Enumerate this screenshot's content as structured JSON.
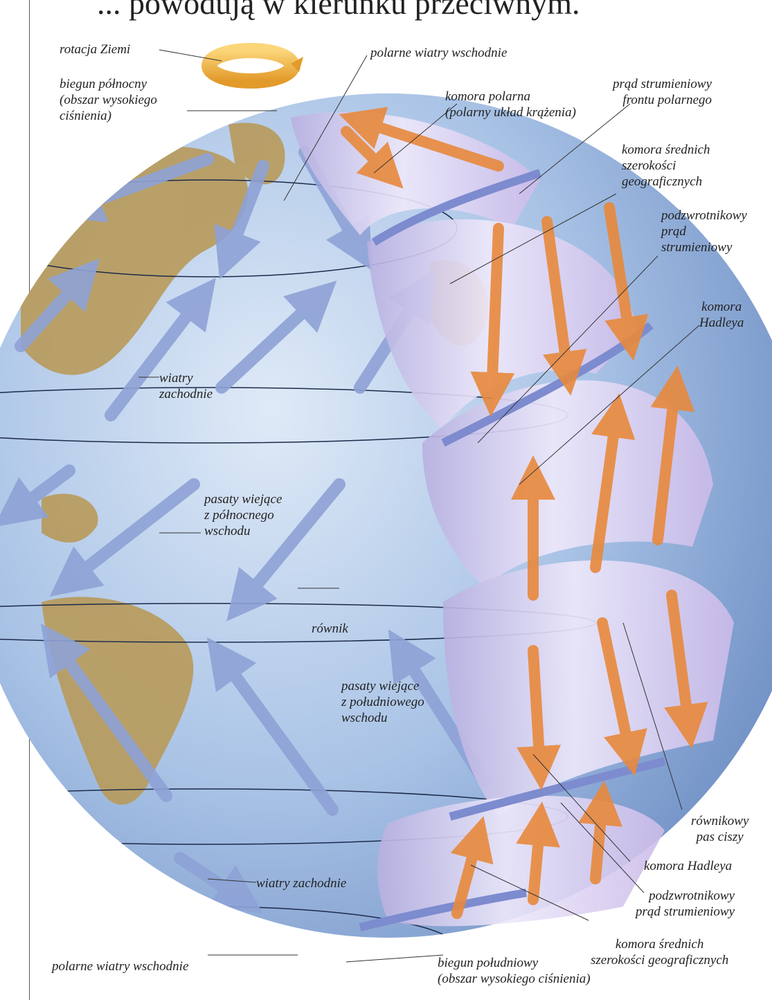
{
  "heading": "... powodują w kierunku przeciwnym.",
  "labels": {
    "earth_rotation": "rotacja Ziemi",
    "north_pole_1": "biegun północny",
    "north_pole_2": "(obszar wysokiego",
    "north_pole_3": "ciśnienia)",
    "polar_easterlies_top": "polarne wiatry wschodnie",
    "polar_cell_1": "komora polarna",
    "polar_cell_2": "(polarny układ krążenia)",
    "polar_jet_1": "prąd strumieniowy",
    "polar_jet_2": "frontu polarnego",
    "ferrel_cell_1": "komora średnich",
    "ferrel_cell_2": "szerokości",
    "ferrel_cell_3": "geograficznych",
    "subtropical_jet_1": "podzwrotnikowy",
    "subtropical_jet_2": "prąd",
    "subtropical_jet_3": "strumieniowy",
    "hadley_cell_1": "komora",
    "hadley_cell_2": "Hadleya",
    "westerlies_north_1": "wiatry",
    "westerlies_north_2": "zachodnie",
    "ne_trades_1": "pasaty wiejące",
    "ne_trades_2": "z północnego",
    "ne_trades_3": "wschodu",
    "equator": "równik",
    "se_trades_1": "pasaty wiejące",
    "se_trades_2": "z południowego",
    "se_trades_3": "wschodu",
    "doldrums_1": "równikowy",
    "doldrums_2": "pas ciszy",
    "hadley_cell_south": "komora Hadleya",
    "subtropical_jet_south_1": "podzwrotnikowy",
    "subtropical_jet_south_2": "prąd strumieniowy",
    "westerlies_south": "wiatry zachodnie",
    "ferrel_cell_south_1": "komora średnich",
    "ferrel_cell_south_2": "szerokości geograficznych",
    "polar_easterlies_bottom": "polarne wiatry wschodnie",
    "south_pole_1": "biegun południowy",
    "south_pole_2": "(obszar wysokiego ciśnienia)"
  },
  "colors": {
    "ocean": "#a9c3e6",
    "land": "#b89a5a",
    "wind_arrow": "#8ea2d6",
    "cell_arrow": "#e8893d",
    "cell_band": "#d9cdef",
    "rotation_ring": "#f2b64a"
  }
}
